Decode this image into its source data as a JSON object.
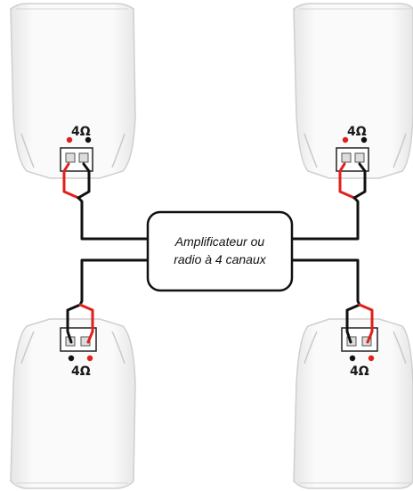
{
  "diagram": {
    "amplifier": {
      "line1": "Amplificateur ou",
      "line2": "radio à 4 canaux"
    },
    "speakers": [
      {
        "id": "top-left",
        "impedance": "4Ω"
      },
      {
        "id": "top-right",
        "impedance": "4Ω"
      },
      {
        "id": "bottom-left",
        "impedance": "4Ω"
      },
      {
        "id": "bottom-right",
        "impedance": "4Ω"
      }
    ],
    "colors": {
      "positive": "#e0201b",
      "negative": "#111111",
      "speaker_outline": "#cfcfcf",
      "speaker_fill": "#f7f7f7"
    }
  }
}
